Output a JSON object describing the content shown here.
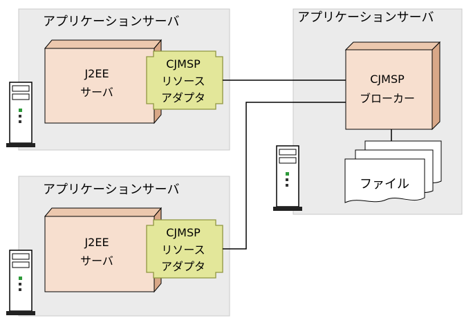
{
  "colors": {
    "server_area_fill": "#ebebeb",
    "server_area_stroke": "#c8c8c8",
    "box_front": "#f7dfcf",
    "box_top": "#ecc8ae",
    "box_side": "#d9a888",
    "adapter_fill": "#e3e79a",
    "adapter_stroke": "#8f9640",
    "line": "#000000"
  },
  "app_server_1": {
    "label": "アプリケーションサーバ",
    "j2ee_line1": "J2EE",
    "j2ee_line2": "サーバ",
    "adapter_line1": "CJMSP",
    "adapter_line2": "リソース",
    "adapter_line3": "アダプタ",
    "machine_icon": "server-machine-icon"
  },
  "app_server_2": {
    "label": "アプリケーションサーバ",
    "j2ee_line1": "J2EE",
    "j2ee_line2": "サーバ",
    "adapter_line1": "CJMSP",
    "adapter_line2": "リソース",
    "adapter_line3": "アダプタ",
    "machine_icon": "server-machine-icon"
  },
  "app_server_3": {
    "label": "アプリケーションサーバ",
    "broker_line1": "CJMSP",
    "broker_line2": "ブローカー",
    "files_label": "ファイル",
    "machine_icon": "server-machine-icon"
  }
}
